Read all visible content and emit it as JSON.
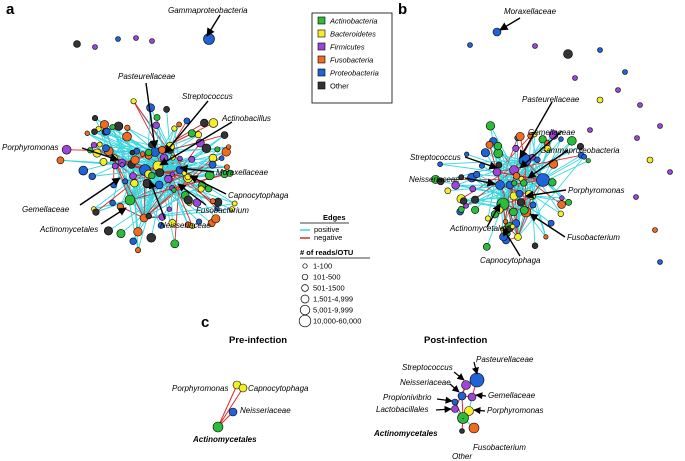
{
  "panels": {
    "a": "a",
    "b": "b",
    "c": "c"
  },
  "colors": {
    "Actinobacteria": "#2dbb3b",
    "Bacteroidetes": "#f4ee2a",
    "Firmicutes": "#9b46d8",
    "Fusobacteria": "#ee6b1f",
    "Proteobacteria": "#1f63d6",
    "Other": "#333333",
    "positive": "#38d6e0",
    "negative": "#d82a2a"
  },
  "legend_phyla": {
    "items": [
      {
        "label": "Actinobacteria",
        "color": "#2dbb3b"
      },
      {
        "label": "Bacteroidetes",
        "color": "#f4ee2a"
      },
      {
        "label": "Firmicutes",
        "color": "#9b46d8"
      },
      {
        "label": "Fusobacteria",
        "color": "#ee6b1f"
      },
      {
        "label": "Proteobacteria",
        "color": "#1f63d6"
      },
      {
        "label": "Other",
        "color": "#333333"
      }
    ]
  },
  "legend_edges": {
    "title": "Edges",
    "positive": "positive",
    "negative": "negative",
    "reads_title": "# of reads/OTU",
    "reads": [
      "1-100",
      "101-500",
      "501-1500",
      "1,501-4,999",
      "5,001-9,999",
      "10,000-60,000"
    ]
  },
  "labels_a": {
    "gammaproteobacteria": "Gammaproteobacteria",
    "pasteurellaceae": "Pasteurellaceae",
    "streptococcus": "Streptococcus",
    "actinobacillus": "Actinobacillus",
    "porphyromonas": "Porphyromonas",
    "moraxellaceae": "Moraxellaceae",
    "capnocytophaga": "Capnocytophaga",
    "fusobacterium": "Fusobacterium",
    "gemellaceae": "Gemellaceae",
    "neisseriaceae": "Neisseriaceae",
    "actinomycetales": "Actinomycetales"
  },
  "labels_b": {
    "moraxellaceae": "Moraxellaceae",
    "pasteurellaceae": "Pasteurellaceae",
    "streptococcus": "Streptococcus",
    "gemellaceae": "Gemellaceae",
    "gammaproteobacteria": "Gammaproteobacteria",
    "neisseriaceae": "Neisseriaceae",
    "porphyromonas": "Porphyromonas",
    "fusobacterium": "Fusobacterium",
    "actinomycetales": "Actinomycetales",
    "capnocytophaga": "Capnocytophaga"
  },
  "panel_c": {
    "pre_title": "Pre-infection",
    "post_title": "Post-infection",
    "pre": {
      "porphyromonas": "Porphyromonas",
      "capnocytophaga": "Capnocytophaga",
      "neisseriaceae": "Neisseriaceae",
      "actinomycetales": "Actinomycetales"
    },
    "post": {
      "streptococcus": "Streptococcus",
      "pasteurellaceae": "Pasteurellaceae",
      "neisseriaceae": "Neisseriaceae",
      "gemellaceae": "Gemellaceae",
      "propionivibrio": "Propionivibrio",
      "lactobacillales": "Lactobacillales",
      "porphyromonas": "Porphyromonas",
      "actinomycetales": "Actinomycetales",
      "other": "Other",
      "fusobacterium": "Fusobacterium"
    }
  }
}
